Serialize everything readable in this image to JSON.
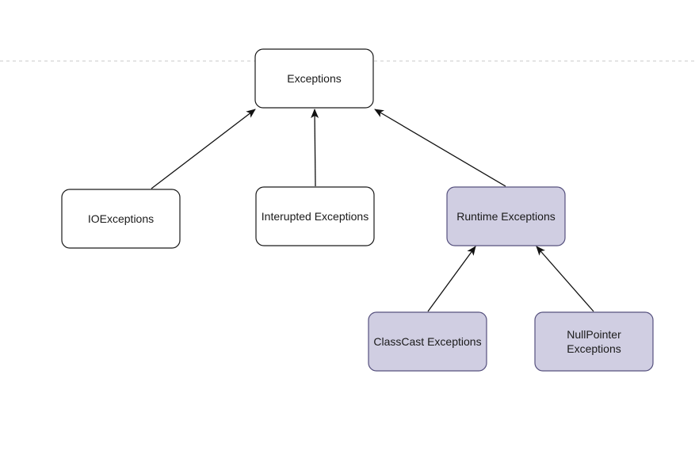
{
  "colors": {
    "background": "#ffffff",
    "plain_fill": "#ffffff",
    "plain_stroke": "#1a1a1a",
    "highlight_fill": "#d0cee2",
    "highlight_stroke": "#56517e",
    "edge": "#111111",
    "dashed_line": "#c8c8c8"
  },
  "nodes": {
    "exceptions": {
      "label": "Exceptions",
      "style": "plain"
    },
    "io": {
      "label": "IOExceptions",
      "style": "plain"
    },
    "interrupted": {
      "label": "Interupted Exceptions",
      "style": "plain"
    },
    "runtime": {
      "label": "Runtime Exceptions",
      "style": "highlight"
    },
    "classcast": {
      "label": "ClassCast Exceptions",
      "style": "highlight"
    },
    "nullpointer": {
      "label_line1": "NullPointer",
      "label_line2": "Exceptions",
      "style": "highlight"
    }
  },
  "edges": [
    {
      "from": "io",
      "to": "exceptions"
    },
    {
      "from": "interrupted",
      "to": "exceptions"
    },
    {
      "from": "runtime",
      "to": "exceptions"
    },
    {
      "from": "classcast",
      "to": "runtime"
    },
    {
      "from": "nullpointer",
      "to": "runtime"
    }
  ]
}
